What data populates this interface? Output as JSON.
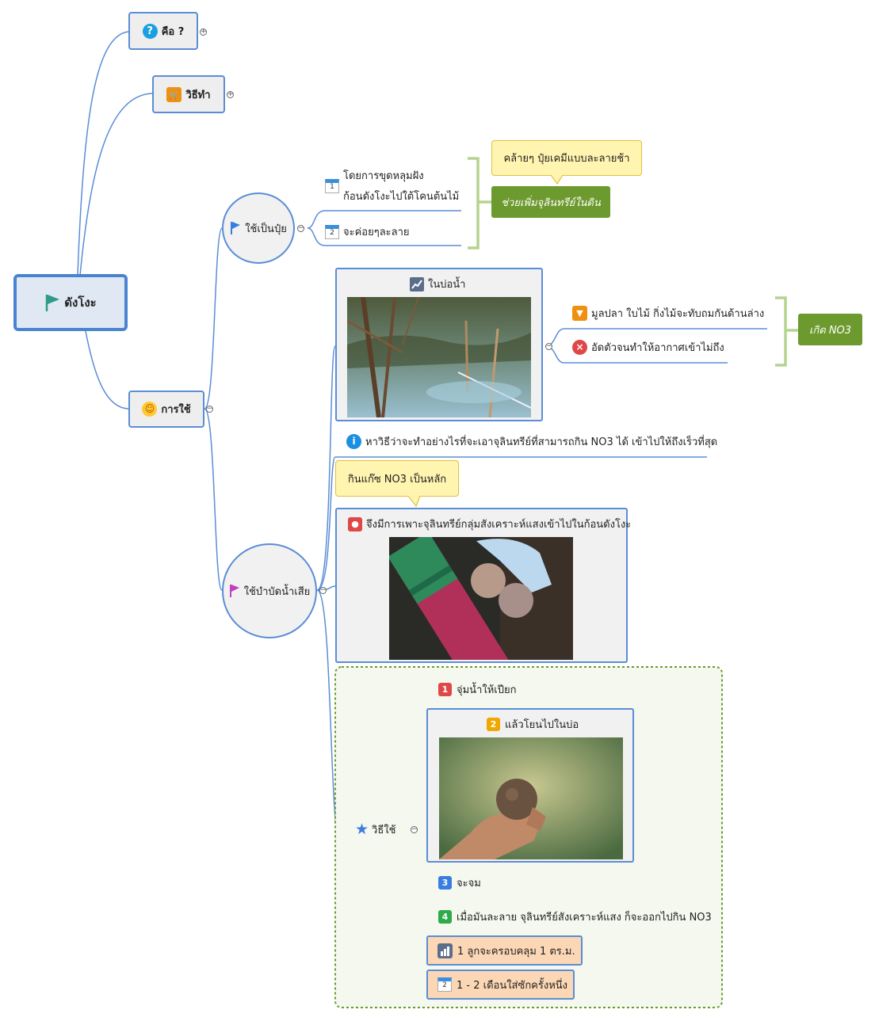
{
  "root": {
    "label": "ดังโงะ"
  },
  "branches": {
    "what": {
      "label": "คือ ?"
    },
    "how_make": {
      "label": "วิธีทำ"
    },
    "usage": {
      "label": "การใช้"
    }
  },
  "fertilizer": {
    "label": "ใช้เป็นปุ๋ย",
    "item1": "โดยการขุดหลุมฝัง",
    "item1_line2": "ก้อนดังโงะไปใต้โคนต้นไม้",
    "item2": "จะค่อยๆละลาย",
    "cal1": "1",
    "cal2": "2",
    "callout": "คล้ายๆ ปุ๋ยเคมีแบบละลายช้า",
    "summary": "ช่วยเพิ่มจุลินทรีย์ในดิน"
  },
  "wastewater": {
    "label": "ใช้บำบัดน้ำเสีย",
    "pond_title": "ในบ่อน้ำ",
    "pond_item1": "มูลปลา ใบไม้ กิ่งไม้จะทับถมกันด้านล่าง",
    "pond_item2": "อัดตัวจนทำให้อากาศเข้าไม่ถึง",
    "pond_summary": "เกิด NO3",
    "info": "หาวิธีว่าจะทำอย่างไรที่จะเอาจุลินทรีย์ที่สามารถกิน NO3 ได้ เข้าไปให้ถึงเร็วที่สุด",
    "callout": "กินแก๊ซ NO3 เป็นหลัก",
    "culture": "จึงมีการเพาะจุลินทรีย์กลุ่มสังเคราะห์แสงเข้าไปในก้อนดังโงะ",
    "method_label": "วิธีใช้",
    "steps": [
      {
        "num": "1",
        "text": "จุ่มน้ำให้เปียก",
        "color": "#e04848"
      },
      {
        "num": "2",
        "text": "แล้วโยนไปในบ่อ",
        "color": "#f0a800"
      },
      {
        "num": "3",
        "text": "จะจม",
        "color": "#3a7de0"
      },
      {
        "num": "4",
        "text": "เมื่อมันละลาย จุลินทรีย์สังเคราะห์แสง ก็จะออกไปกิน NO3",
        "color": "#2eaa48"
      }
    ],
    "note1": "1 ลูกจะครอบคลุม 1 ตร.ม.",
    "note2": "1 - 2 เดือนใส่ซักครั้งหนึ่ง",
    "cal_note": "2"
  },
  "colors": {
    "border": "#5b8dd6",
    "green": "#6d9a2e",
    "callout": "#fff4b0",
    "orange": "#fbd7b5",
    "bracket": "#b6d38f",
    "dashed": "#6d9a2e"
  }
}
